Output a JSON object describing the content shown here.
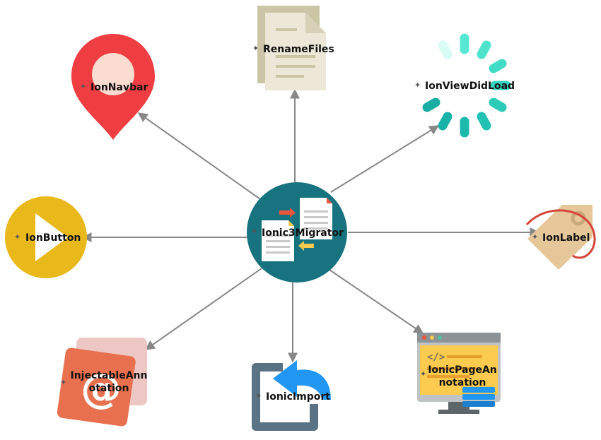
{
  "center": {
    "label": "Ionic3Migrator",
    "icon": "file-migrate-icon"
  },
  "nodes": [
    {
      "id": "rename-files",
      "label": "RenameFiles",
      "icon": "document-icon"
    },
    {
      "id": "ion-navbar",
      "label": "IonNavbar",
      "icon": "map-pin-icon"
    },
    {
      "id": "ion-view-did-load",
      "label": "IonViewDidLoad",
      "icon": "loading-spinner-icon"
    },
    {
      "id": "ion-button",
      "label": "IonButton",
      "icon": "play-button-icon"
    },
    {
      "id": "ion-label",
      "label": "IonLabel",
      "icon": "price-tag-icon"
    },
    {
      "id": "injectable-annotation",
      "label_line1": "InjectableAnn",
      "label_line2": "otation",
      "icon": "at-sign-icon"
    },
    {
      "id": "ionic-import",
      "label": "IonicImport",
      "icon": "undo-arrow-icon"
    },
    {
      "id": "ionic-page-annotation",
      "label_line1": "IonicPageAn",
      "label_line2": "notation",
      "icon": "code-monitor-icon"
    }
  ],
  "colors": {
    "center": "#177380",
    "edge": "#888888",
    "pin": "#EF3E42",
    "play": "#E9B81B",
    "spinner": "#1BBFB3",
    "tag": "#E5C79A",
    "at_card": "#E8704F",
    "undo": "#2196F3",
    "monitor": "#FBCB50"
  }
}
